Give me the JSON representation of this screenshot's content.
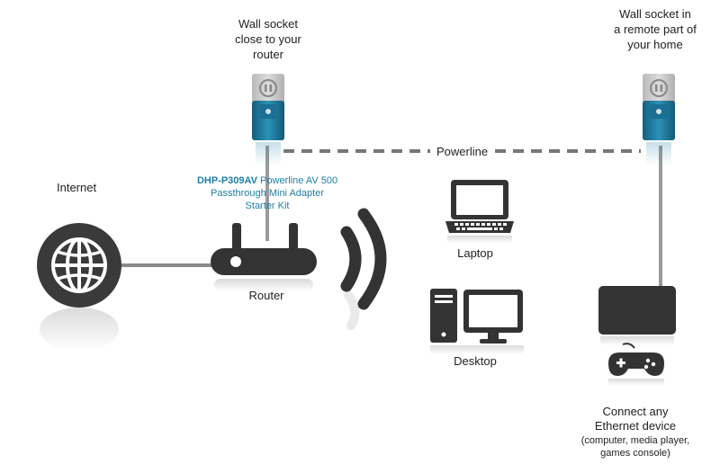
{
  "labels": {
    "socket_left": [
      "Wall socket",
      "close to your",
      "router"
    ],
    "socket_right": [
      "Wall socket in",
      "a remote part of",
      "your home"
    ],
    "powerline": "Powerline",
    "internet": "Internet",
    "product_bold": "DHP-P309AV",
    "product_line1_rest": " Powerline AV 500",
    "product_line2": "Passthrough Mini Adapter",
    "product_line3": "Starter Kit",
    "router": "Router",
    "laptop": "Laptop",
    "desktop": "Desktop",
    "connect": [
      "Connect any",
      "Ethernet device"
    ],
    "connect_note": [
      "(computer, media player,",
      "games console)"
    ]
  },
  "colors": {
    "accent": "#1d7fa6",
    "device_dark": "#333333",
    "adapter_grey": "#c8c8c8",
    "line_grey": "#8a8a8a"
  },
  "icons": [
    "globe-icon",
    "router-icon",
    "wifi-waves-icon",
    "powerline-adapter-icon",
    "laptop-icon",
    "desktop-icon",
    "monitor-icon",
    "gamepad-icon"
  ]
}
